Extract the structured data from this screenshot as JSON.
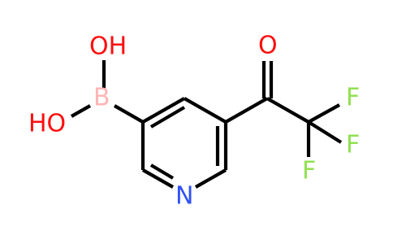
{
  "molecule": {
    "atoms": {
      "oh_top": {
        "text": "OH",
        "color": "#FF0D0D"
      },
      "boron": {
        "text": "B",
        "color": "#FFB5B5"
      },
      "oh_left": {
        "text": "HO",
        "color": "#FF0D0D"
      },
      "nitrogen": {
        "text": "N",
        "color": "#3050F8"
      },
      "carbonyl_oxygen": {
        "text": "O",
        "color": "#FF0D0D"
      },
      "fluorine_1": {
        "text": "F",
        "color": "#90E050"
      },
      "fluorine_2": {
        "text": "F",
        "color": "#90E050"
      },
      "fluorine_3": {
        "text": "F",
        "color": "#90E050"
      }
    },
    "bond_color": "#000000"
  }
}
